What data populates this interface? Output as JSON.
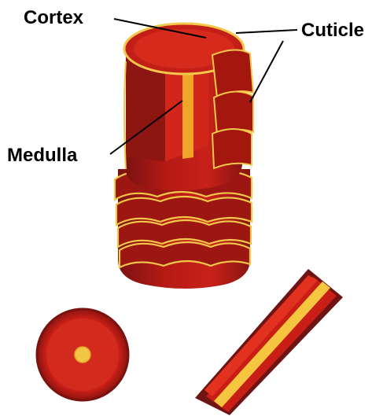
{
  "labels": {
    "cortex": "Cortex",
    "cuticle": "Cuticle",
    "medulla": "Medulla"
  },
  "colors": {
    "background": "#ffffff",
    "cuticle_dark": "#6e1414",
    "cortex_red": "#c81e16",
    "cortex_bright": "#d9261b",
    "medulla_yellow": "#f0a428",
    "highlight_yellow": "#f6d24a",
    "label_text": "#000000"
  }
}
